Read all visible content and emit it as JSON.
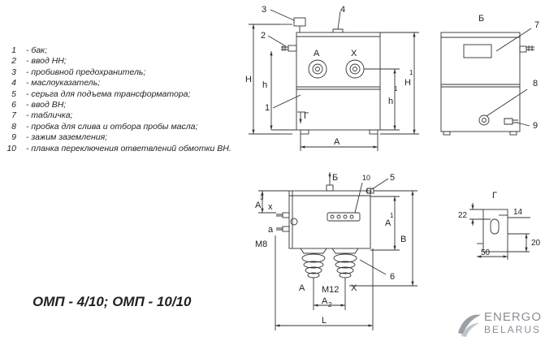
{
  "legend": [
    {
      "num": "1",
      "text": "- бак;"
    },
    {
      "num": "2",
      "text": "- ввод НН;"
    },
    {
      "num": "3",
      "text": "- пробивной предохранитель;"
    },
    {
      "num": "4",
      "text": "- маслоуказатель;"
    },
    {
      "num": "5",
      "text": "- серьга для подъема трансформатора;"
    },
    {
      "num": "6",
      "text": "- ввод ВН;"
    },
    {
      "num": "7",
      "text": "- табличка;"
    },
    {
      "num": "8",
      "text": "- пробка для слива и отбора пробы масла;"
    },
    {
      "num": "9",
      "text": "- зажим заземления;"
    },
    {
      "num": "10",
      "text": "- планка переключения ответвлений обмотки ВН."
    }
  ],
  "title": "ОМП - 4/10; ОМП - 10/10",
  "front_view": {
    "callouts": [
      "3",
      "4",
      "2",
      "1"
    ],
    "terminal_a": "А",
    "terminal_x": "Х",
    "section_g": "Г",
    "dim_h_total": "H",
    "dim_h": "h",
    "dim_h1": "h",
    "dim_h1_sub": "1",
    "dim_H1": "H",
    "dim_H1_sub": "1",
    "dim_a": "А"
  },
  "side_view": {
    "label": "Б",
    "callouts": [
      "7",
      "8",
      "9"
    ]
  },
  "top_view": {
    "label_b": "Б",
    "callouts": [
      "10",
      "5",
      "6"
    ],
    "dim_a3": "А",
    "dim_a3_sub": "3",
    "dim_a1": "А",
    "dim_a1_sub": "1",
    "dim_b": "В",
    "dim_m8": "М8",
    "dim_m12": "М12",
    "dim_a2": "А",
    "dim_a2_sub": "2",
    "dim_l": "L",
    "term_x": "х",
    "term_a_small": "а",
    "term_a": "А",
    "term_x_big": "Х"
  },
  "detail_g": {
    "label": "Г",
    "dim_22": "22",
    "dim_14": "14",
    "dim_50": "50",
    "dim_20": "20"
  },
  "logo": {
    "line1": "ENERGO",
    "line2": "BELARUS",
    "color": "#8a8f96"
  }
}
